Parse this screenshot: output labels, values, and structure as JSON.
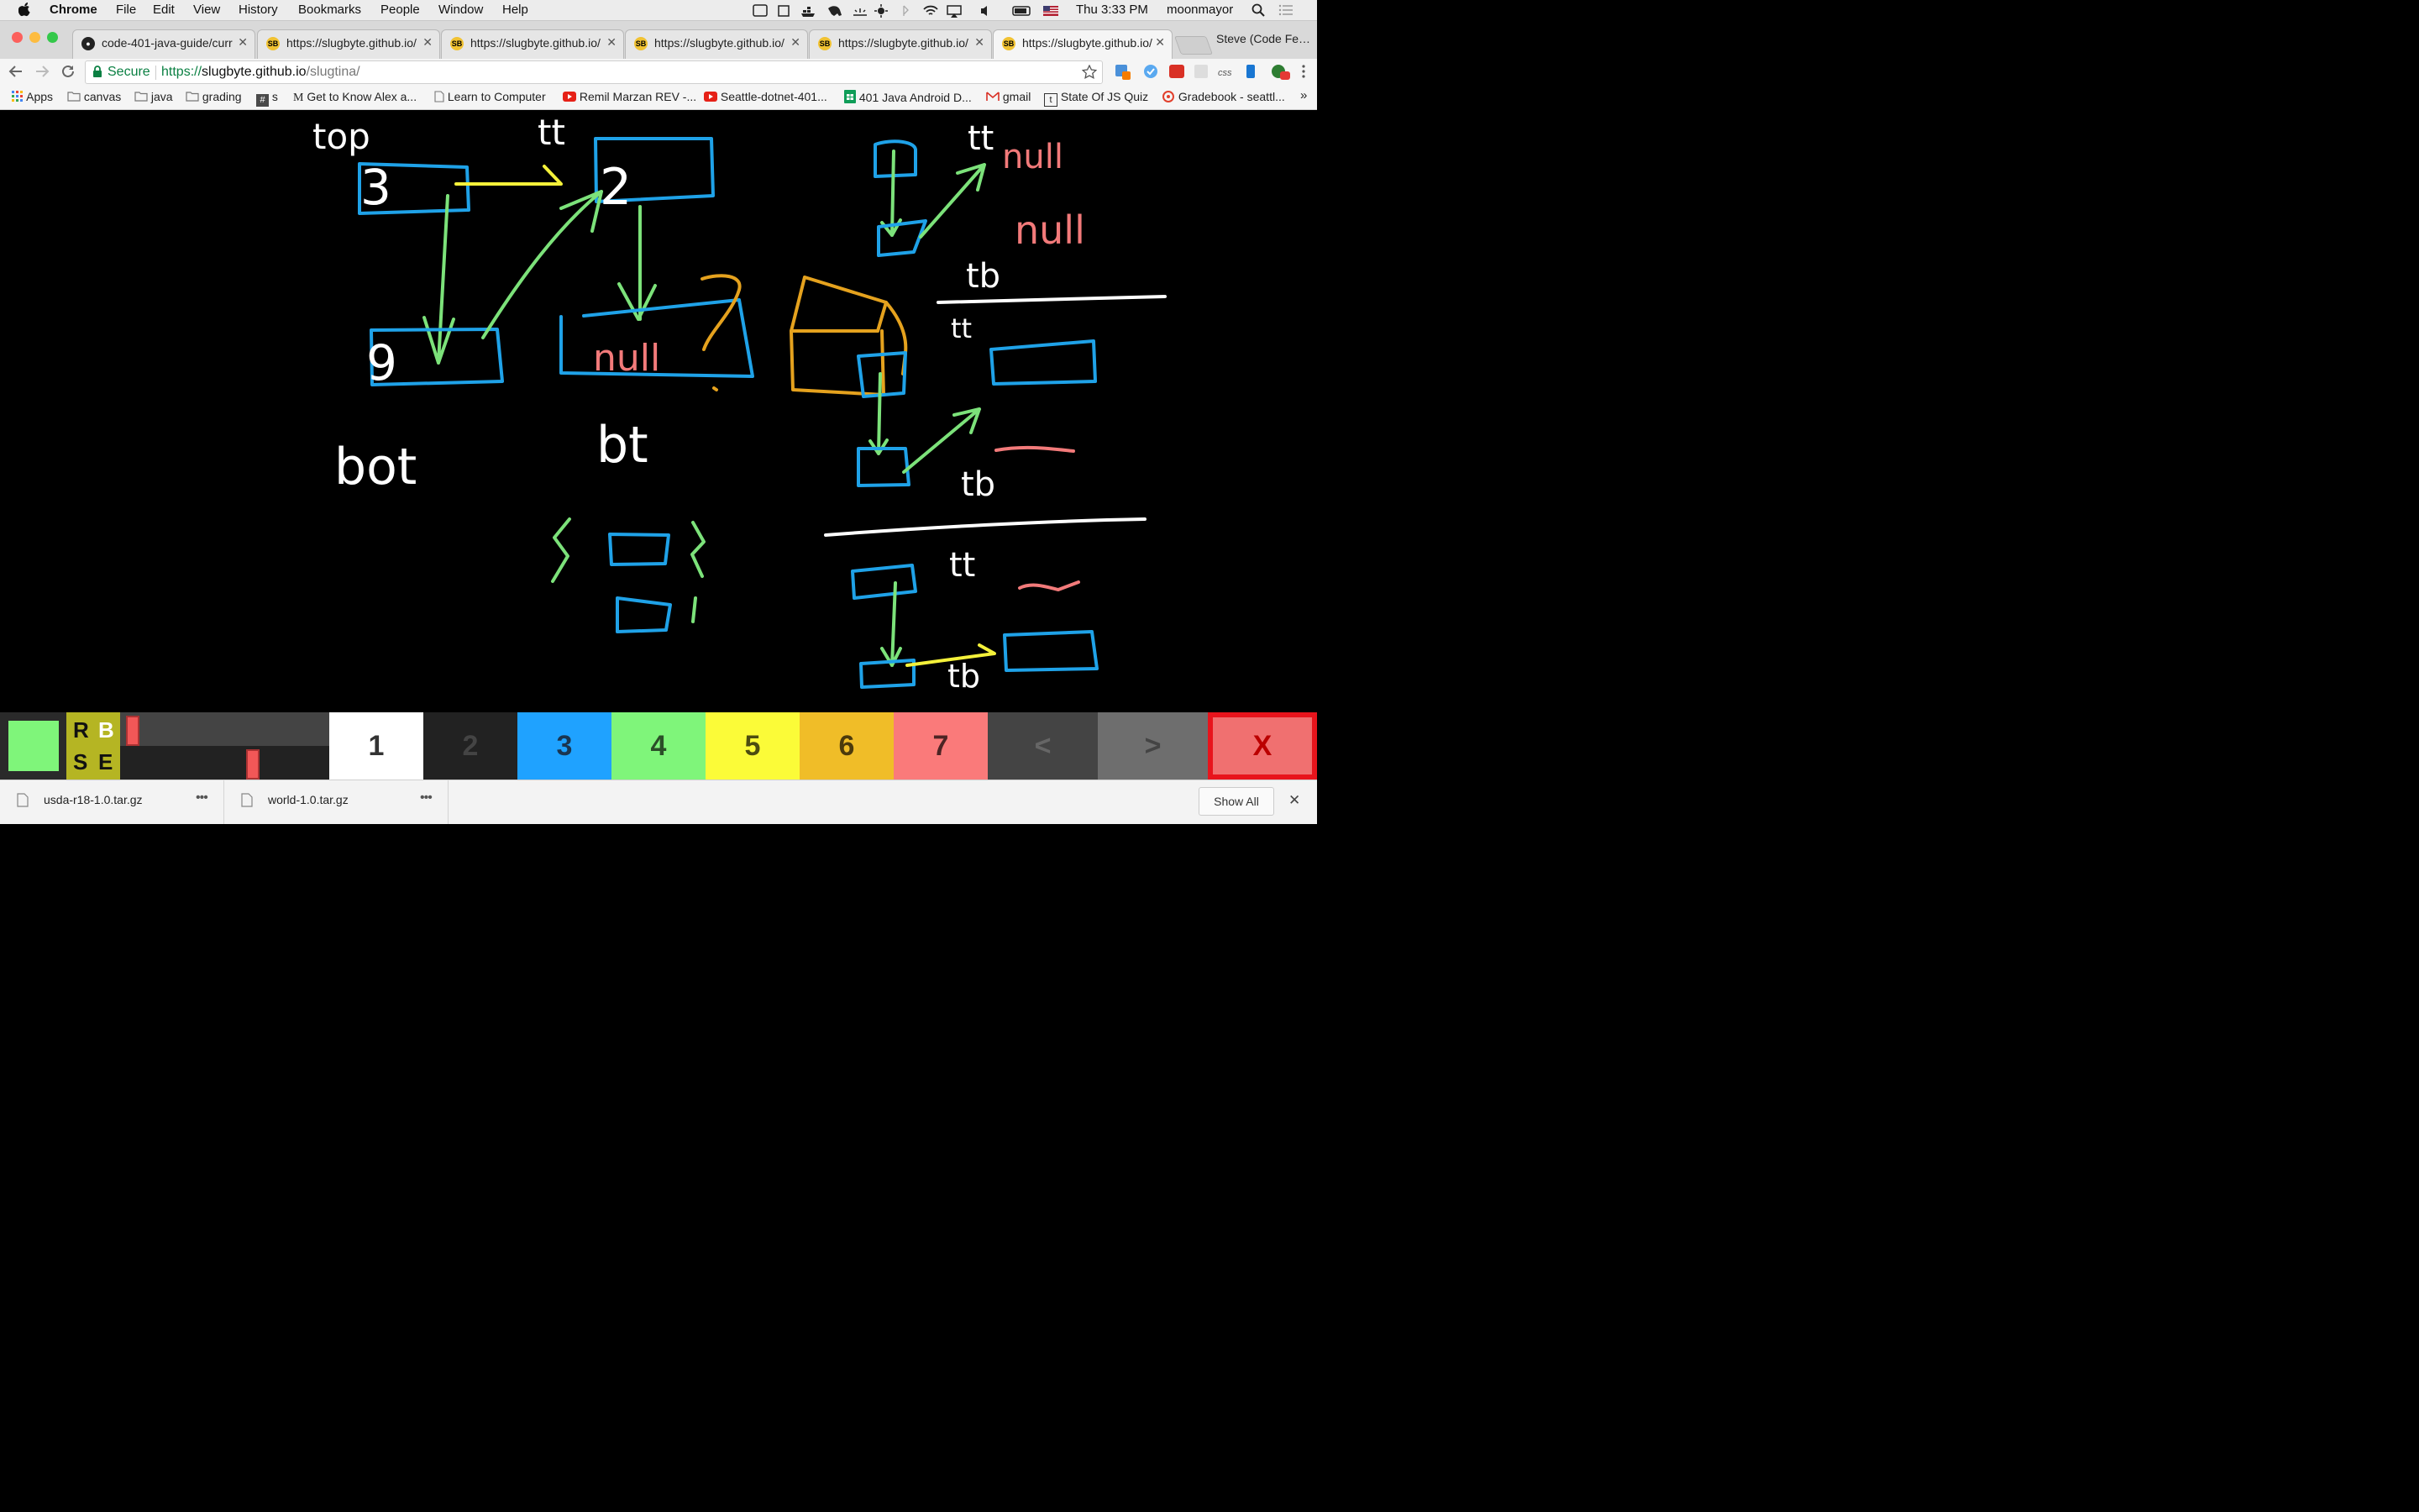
{
  "menubar": {
    "apple": "",
    "app": "Chrome",
    "items": [
      "File",
      "Edit",
      "View",
      "History",
      "Bookmarks",
      "People",
      "Window",
      "Help"
    ],
    "clock": "Thu 3:33 PM",
    "user": "moonmayor"
  },
  "tabs": [
    {
      "title": "code-401-java-guide/curr",
      "favicon": "github-icon",
      "active": false
    },
    {
      "title": "https://slugbyte.github.io/",
      "favicon": "sb",
      "active": false
    },
    {
      "title": "https://slugbyte.github.io/",
      "favicon": "sb",
      "active": false
    },
    {
      "title": "https://slugbyte.github.io/",
      "favicon": "sb",
      "active": false
    },
    {
      "title": "https://slugbyte.github.io/",
      "favicon": "sb",
      "active": false
    },
    {
      "title": "https://slugbyte.github.io/",
      "favicon": "sb",
      "active": true
    }
  ],
  "profile": "Steve (Code Fe…",
  "omnibox": {
    "secure_label": "Secure",
    "url_scheme": "https://",
    "url_host": "slugbyte.github.io",
    "url_path": "/slugtina/"
  },
  "bookmarks": [
    {
      "label": "Apps",
      "icon": "apps-grid-icon"
    },
    {
      "label": "canvas",
      "icon": "folder-icon"
    },
    {
      "label": "java",
      "icon": "folder-icon"
    },
    {
      "label": "grading",
      "icon": "folder-icon"
    },
    {
      "label": "s",
      "icon": "slack-icon"
    },
    {
      "label": "Get to Know Alex a...",
      "icon": "medium-icon"
    },
    {
      "label": "Learn to Computer",
      "icon": "page-icon"
    },
    {
      "label": "Remil Marzan REV -...",
      "icon": "youtube-icon"
    },
    {
      "label": "Seattle-dotnet-401...",
      "icon": "youtube-icon"
    },
    {
      "label": "401 Java Android D...",
      "icon": "sheets-icon"
    },
    {
      "label": "gmail",
      "icon": "gmail-icon"
    },
    {
      "label": "State Of JS Quiz",
      "icon": "typeform-icon"
    },
    {
      "label": "Gradebook - seattl...",
      "icon": "canvas-icon"
    }
  ],
  "drawing": {
    "labels": {
      "top": "top",
      "tt1": "tt",
      "bot": "bot",
      "bt": "bt",
      "tt2": "tt",
      "tb1": "tb",
      "tt3": "tt",
      "tb2": "tb",
      "tt4": "tt",
      "tb3": "tb"
    },
    "node_values": {
      "n3": "3",
      "n2": "2",
      "n9": "9",
      "null_box": "null",
      "null1": "null",
      "null2": "null"
    },
    "colors": {
      "blue": "#1fa2e8",
      "green": "#7ce27a",
      "yellow": "#f4f13a",
      "orange": "#e5a21e",
      "red": "#f27a7a",
      "white": "#ffffff"
    }
  },
  "palette": {
    "current_color": "#7ff57a",
    "rbse": [
      "R",
      "B",
      "S",
      "E"
    ],
    "colors": [
      {
        "label": "1",
        "bg": "#ffffff",
        "fg": "#333333"
      },
      {
        "label": "2",
        "bg": "#222222",
        "fg": "#444444"
      },
      {
        "label": "3",
        "bg": "#1fa2ff",
        "fg": "#1a3550"
      },
      {
        "label": "4",
        "bg": "#7ff57a",
        "fg": "#2b4f28"
      },
      {
        "label": "5",
        "bg": "#fbfb38",
        "fg": "#4c4c10"
      },
      {
        "label": "6",
        "bg": "#f0bd28",
        "fg": "#4c3a0c"
      },
      {
        "label": "7",
        "bg": "#fa7a7a",
        "fg": "#4c2424"
      }
    ],
    "prev": "<",
    "next": ">",
    "clear": "X"
  },
  "downloads": {
    "items": [
      "usda-r18-1.0.tar.gz",
      "world-1.0.tar.gz"
    ],
    "show_all": "Show All"
  }
}
